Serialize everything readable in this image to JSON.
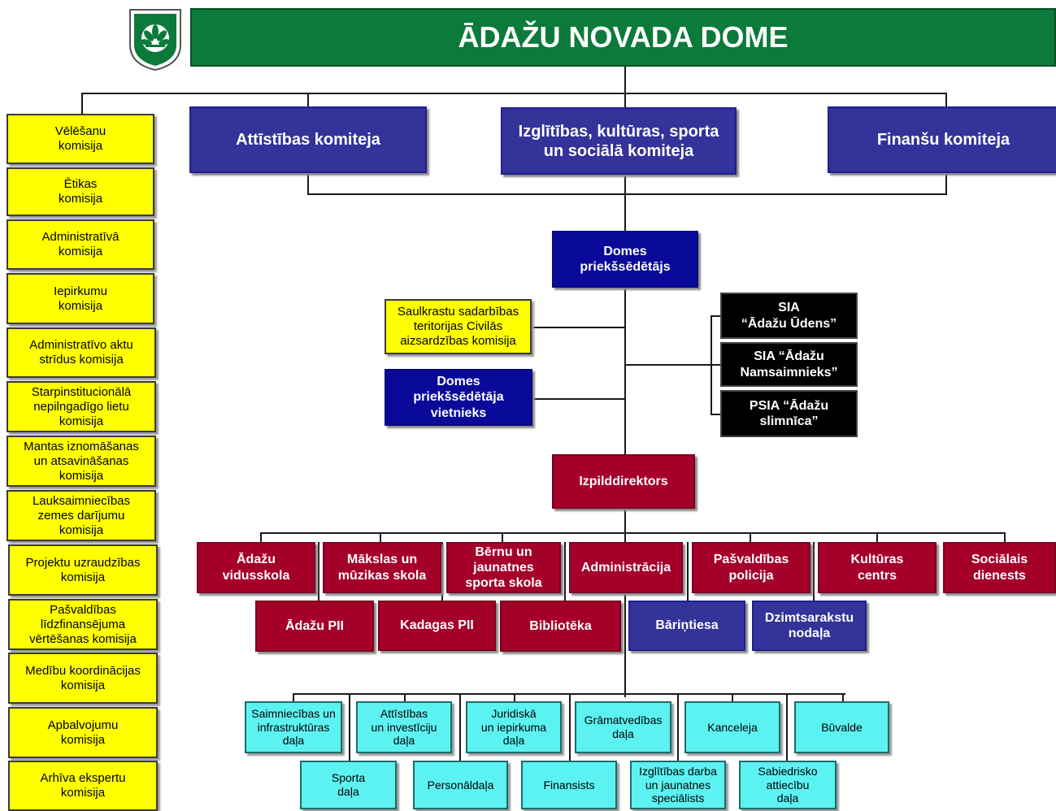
{
  "header": {
    "title": "ĀDAŽU NOVADA DOME",
    "crest_icon": "lily-coat-of-arms-icon",
    "colors": {
      "banner": "#0b7a3a",
      "committee": "#33339a",
      "chair": "#0a0a9a",
      "department": "#a5002a",
      "commission": "#ffff00",
      "unit": "#5cf2f2"
    }
  },
  "committees": [
    "Attīstības komiteja",
    "Izglītības, kultūras, sporta\nun sociālā komiteja",
    "Finanšu komiteja"
  ],
  "commissions": [
    "Vēlēšanu\nkomisija",
    "Ētikas\nkomisija",
    "Administratīvā\nkomisija",
    "Iepirkumu\nkomisija",
    "Administratīvo aktu\nstrīdus komisija",
    "Starpinstitucionālā\nnepilngadīgo lietu\nkomisija",
    "Mantas iznomāšanas\nun atsavināšanas\nkomisija",
    "Lauksaimniecības\nzemes darījumu\nkomisija",
    "Projektu uzraudzības\nkomisija",
    "Pašvaldības\nlīdzfinansējuma\nvērtēšanas komisija",
    "Medību koordinācijas\nkomisija",
    "Apbalvojumu\nkomisija",
    "Arhīva ekspertu\nkomisija"
  ],
  "chair": "Domes\npriekšsēdētājs",
  "civil_commission": "Saulkrastu sadarbības\nteritorijas Civilās\naizsardzības komisija",
  "vice_chair": "Domes\npriekšsēdētāja\nvietnieks",
  "companies": [
    "SIA\n“Ādažu Ūdens”",
    "SIA “Ādažu\nNamsaimnieks”",
    "PSIA “Ādažu\nslimnīca”"
  ],
  "executive_director": "Izpilddirektors",
  "departments_row1": [
    "Ādažu\nvidusskola",
    "Mākslas un\nmūzikas skola",
    "Bērnu un\njaunatnes\nsporta skola",
    "Administrācija",
    "Pašvaldības\npolicija",
    "Kultūras\ncentrs",
    "Sociālais\ndienests"
  ],
  "departments_row2": [
    "Ādažu PII",
    "Kadagas PII",
    "Bibliotēka",
    "Bāriņtiesa",
    "Dzimtsarakstu\nnodaļa"
  ],
  "units_row1": [
    "Saimniecības un\ninfrastruktūras\ndaļa",
    "Attīstības\nun investīciju\ndaļa",
    "Juridiskā\nun iepirkuma\ndaļa",
    "Grāmatvedības\ndaļa",
    "Kanceleja",
    "Būvalde"
  ],
  "units_row2": [
    "Sporta\ndaļa",
    "Personāldaļa",
    "Finansists",
    "Izglītības darba\nun jaunatnes\nspeciālists",
    "Sabiedrisko\nattiecību\ndaļa"
  ]
}
